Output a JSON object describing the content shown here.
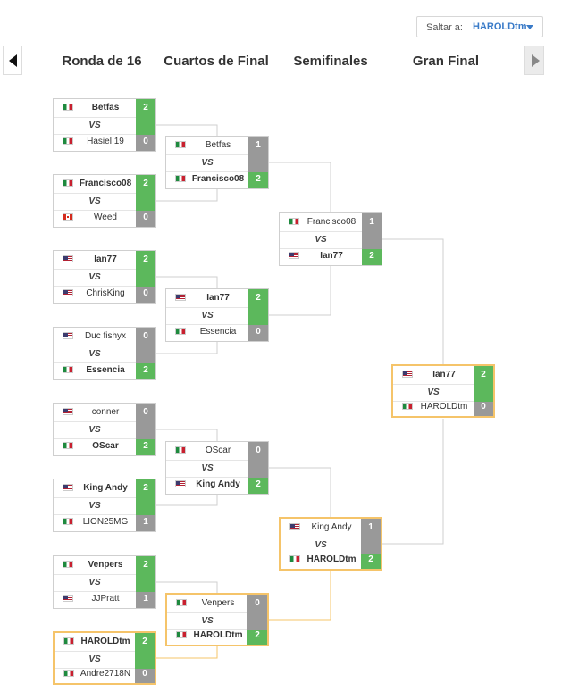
{
  "jump": {
    "label": "Saltar a:",
    "value": "HAROLDtm"
  },
  "rounds": [
    "Ronda de 16",
    "Cuartos de Final",
    "Semifinales",
    "Gran Final"
  ],
  "vs_label": "VS",
  "colors": {
    "win": "#5cb85c",
    "lose": "#999999",
    "highlight": "#f5c46a",
    "accent": "#3a7bc8"
  },
  "matches": [
    {
      "round": 1,
      "highlight": false,
      "p1": {
        "flag": "mx",
        "name": "Betfas",
        "score": "2",
        "winner": true
      },
      "p2": {
        "flag": "mx",
        "name": "Hasiel 19",
        "score": "0",
        "winner": false
      }
    },
    {
      "round": 1,
      "highlight": false,
      "p1": {
        "flag": "mx",
        "name": "Francisco08",
        "score": "2",
        "winner": true
      },
      "p2": {
        "flag": "ca",
        "name": "Weed",
        "score": "0",
        "winner": false
      }
    },
    {
      "round": 1,
      "highlight": false,
      "p1": {
        "flag": "us",
        "name": "Ian77",
        "score": "2",
        "winner": true
      },
      "p2": {
        "flag": "us",
        "name": "ChrisKing",
        "score": "0",
        "winner": false
      }
    },
    {
      "round": 1,
      "highlight": false,
      "p1": {
        "flag": "us",
        "name": "Duc fishyx",
        "score": "0",
        "winner": false
      },
      "p2": {
        "flag": "mx",
        "name": "Essencia",
        "score": "2",
        "winner": true
      }
    },
    {
      "round": 1,
      "highlight": false,
      "p1": {
        "flag": "us",
        "name": "conner",
        "score": "0",
        "winner": false
      },
      "p2": {
        "flag": "mx",
        "name": "OScar",
        "score": "2",
        "winner": true
      }
    },
    {
      "round": 1,
      "highlight": false,
      "p1": {
        "flag": "us",
        "name": "King Andy",
        "score": "2",
        "winner": true
      },
      "p2": {
        "flag": "mx",
        "name": "LION25MG",
        "score": "1",
        "winner": false
      }
    },
    {
      "round": 1,
      "highlight": false,
      "p1": {
        "flag": "mx",
        "name": "Venpers",
        "score": "2",
        "winner": true
      },
      "p2": {
        "flag": "us",
        "name": "JJPratt",
        "score": "1",
        "winner": false
      }
    },
    {
      "round": 1,
      "highlight": true,
      "p1": {
        "flag": "mx",
        "name": "HAROLDtm",
        "score": "2",
        "winner": true
      },
      "p2": {
        "flag": "mx",
        "name": "Andre2718N",
        "score": "0",
        "winner": false
      }
    },
    {
      "round": 2,
      "highlight": false,
      "p1": {
        "flag": "mx",
        "name": "Betfas",
        "score": "1",
        "winner": false
      },
      "p2": {
        "flag": "mx",
        "name": "Francisco08",
        "score": "2",
        "winner": true
      }
    },
    {
      "round": 2,
      "highlight": false,
      "p1": {
        "flag": "us",
        "name": "Ian77",
        "score": "2",
        "winner": true
      },
      "p2": {
        "flag": "mx",
        "name": "Essencia",
        "score": "0",
        "winner": false
      }
    },
    {
      "round": 2,
      "highlight": false,
      "p1": {
        "flag": "mx",
        "name": "OScar",
        "score": "0",
        "winner": false
      },
      "p2": {
        "flag": "us",
        "name": "King Andy",
        "score": "2",
        "winner": true
      }
    },
    {
      "round": 2,
      "highlight": true,
      "p1": {
        "flag": "mx",
        "name": "Venpers",
        "score": "0",
        "winner": false
      },
      "p2": {
        "flag": "mx",
        "name": "HAROLDtm",
        "score": "2",
        "winner": true
      }
    },
    {
      "round": 3,
      "highlight": false,
      "p1": {
        "flag": "mx",
        "name": "Francisco08",
        "score": "1",
        "winner": false
      },
      "p2": {
        "flag": "us",
        "name": "Ian77",
        "score": "2",
        "winner": true
      }
    },
    {
      "round": 3,
      "highlight": true,
      "p1": {
        "flag": "us",
        "name": "King Andy",
        "score": "1",
        "winner": false
      },
      "p2": {
        "flag": "mx",
        "name": "HAROLDtm",
        "score": "2",
        "winner": true
      }
    },
    {
      "round": 4,
      "highlight": true,
      "p1": {
        "flag": "us",
        "name": "Ian77",
        "score": "2",
        "winner": true
      },
      "p2": {
        "flag": "mx",
        "name": "HAROLDtm",
        "score": "0",
        "winner": false
      }
    }
  ]
}
